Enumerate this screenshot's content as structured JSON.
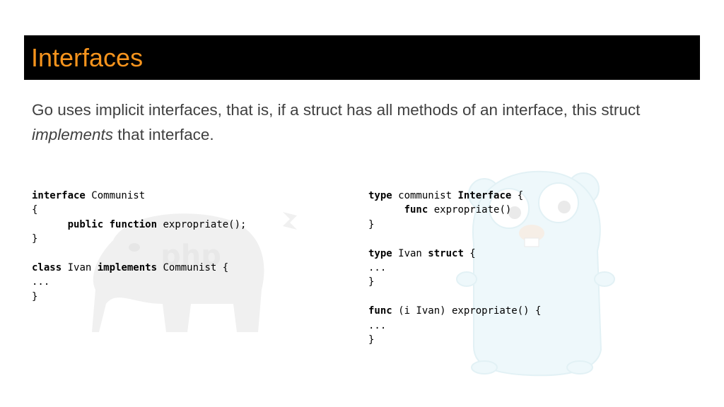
{
  "slide": {
    "title": "Interfaces",
    "intro_before": "Go uses implicit interfaces, that is, if a struct has all methods of an interface, this struct ",
    "intro_emphasis": "implements",
    "intro_after": " that interface."
  },
  "colors": {
    "title_bar_bg": "#000000",
    "title_text": "#f7941d",
    "watermark_php": "#f0f0f0",
    "watermark_gopher": "#eef8fb"
  },
  "images": {
    "left_watermark": "php-elephant-logo",
    "right_watermark": "go-gopher-mascot"
  },
  "php_code": {
    "l1_kw": "interface",
    "l1_rest": " Communist",
    "l2": "{",
    "l3_indent": "      ",
    "l3_kw1": "public",
    "l3_sp": " ",
    "l3_kw2": "function",
    "l3_rest": " expropriate();",
    "l4": "}",
    "l6_kw1": "class",
    "l6_mid": " Ivan ",
    "l6_kw2": "implements",
    "l6_rest": " Communist {",
    "l7": "...",
    "l8": "}"
  },
  "go_code": {
    "l1_kw1": "type",
    "l1_mid": " communist ",
    "l1_kw2": "Interface",
    "l1_rest": " {",
    "l2_indent": "      ",
    "l2_kw": "func",
    "l2_rest": " expropriate()",
    "l3": "}",
    "l5_kw1": "type",
    "l5_mid": " Ivan ",
    "l5_kw2": "struct",
    "l5_rest": " {",
    "l6": "...",
    "l7": "}",
    "l9_kw": "func",
    "l9_rest": " (i Ivan) expropriate() {",
    "l10": "...",
    "l11": "}"
  }
}
